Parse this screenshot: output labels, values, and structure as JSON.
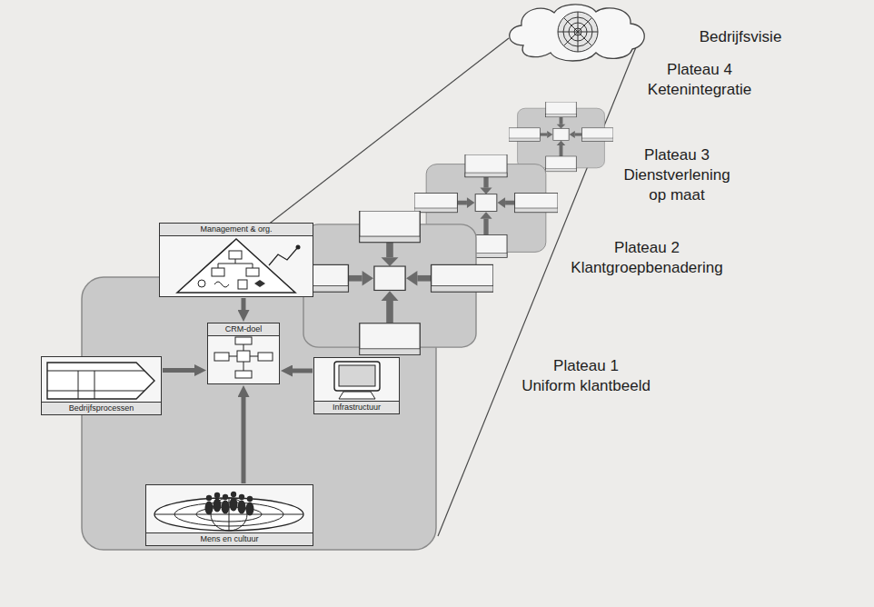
{
  "diagram": {
    "nodes": [
      {
        "text": [
          "Management & org."
        ]
      },
      {
        "text": [
          "Bedrijfsprocessen"
        ]
      },
      {
        "text": [
          "CRM-doel"
        ]
      },
      {
        "text": [
          "Infrastructuur"
        ]
      },
      {
        "text": [
          "Mens en cultuur"
        ]
      }
    ],
    "edges": [
      {
        "from": 0,
        "to": 2,
        "arrow": "to"
      },
      {
        "from": 1,
        "to": 2,
        "arrow": "to"
      },
      {
        "from": 3,
        "to": 2,
        "arrow": "to"
      },
      {
        "from": 4,
        "to": 2,
        "arrow": "to"
      }
    ],
    "labels": [
      "Bedrijfsvisie",
      "Plateau 4",
      "Ketenintegratie",
      "Plateau 3",
      "Dienstverlening op maat",
      "Plateau 2",
      "Klantgroepbenadering",
      "Plateau 1",
      "Uniform klantbeeld"
    ]
  }
}
